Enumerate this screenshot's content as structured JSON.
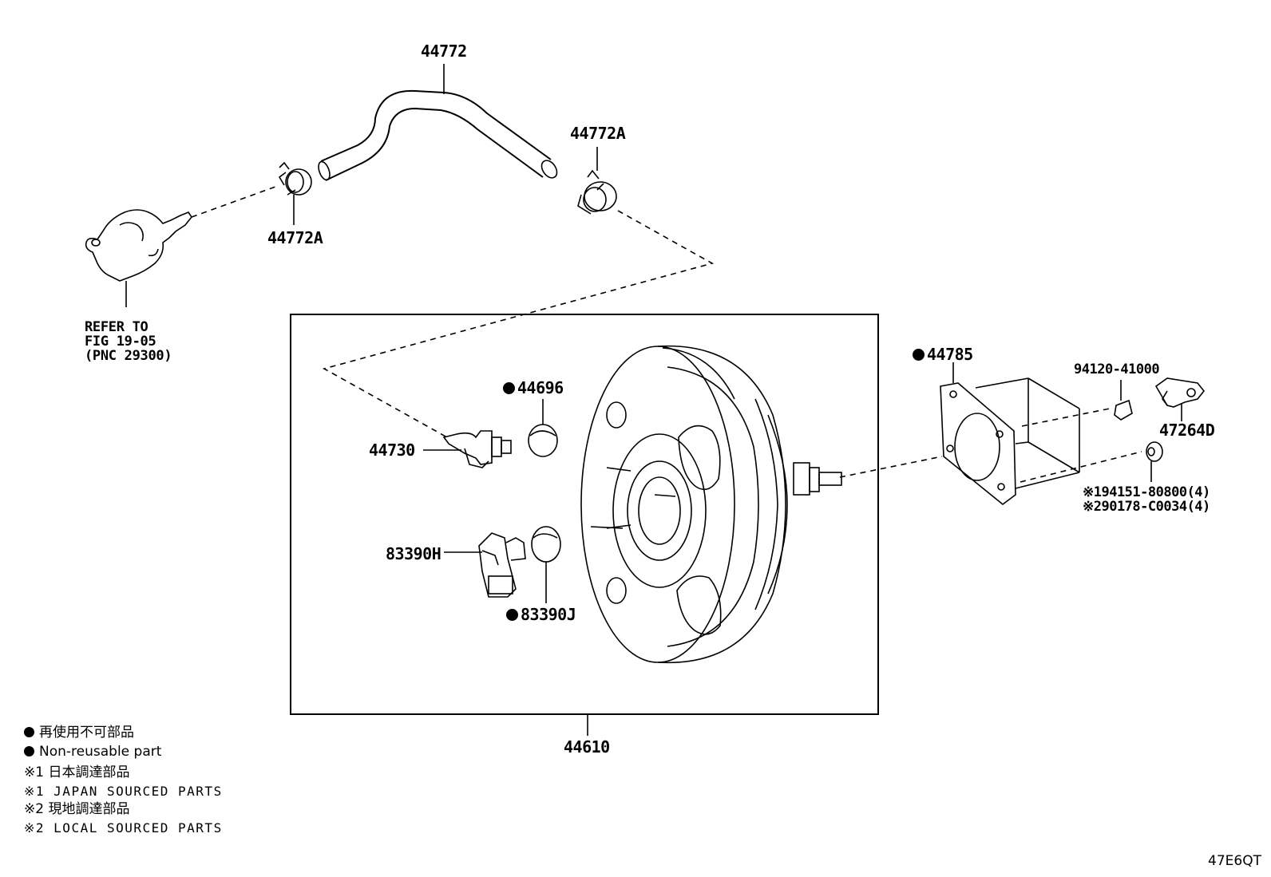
{
  "parts": {
    "hose": "44772",
    "clip_right": "44772A",
    "clip_left": "44772A",
    "grommet": "44696",
    "check_valve": "44730",
    "sensor": "83390H",
    "sensor_seal": "83390J",
    "booster_assy": "44610",
    "gasket": "44785",
    "nut": "94120-41000",
    "bracket": "47264D",
    "bolt_note_1": "※194151-80800(4)",
    "bolt_note_2": "※290178-C0034(4)"
  },
  "reference": {
    "line1": "REFER TO",
    "line2": "FIG 19-05",
    "line3": "(PNC 29300)"
  },
  "legend": {
    "non_reusable_jp": "再使用不可部品",
    "non_reusable_en": "Non-reusable part",
    "note1_jp": "※1 日本調達部品",
    "note1_en": "※1 JAPAN SOURCED PARTS",
    "note2_jp": "※2 現地調達部品",
    "note2_en": "※2 LOCAL SOURCED PARTS"
  },
  "figure_code": "47E6QT"
}
